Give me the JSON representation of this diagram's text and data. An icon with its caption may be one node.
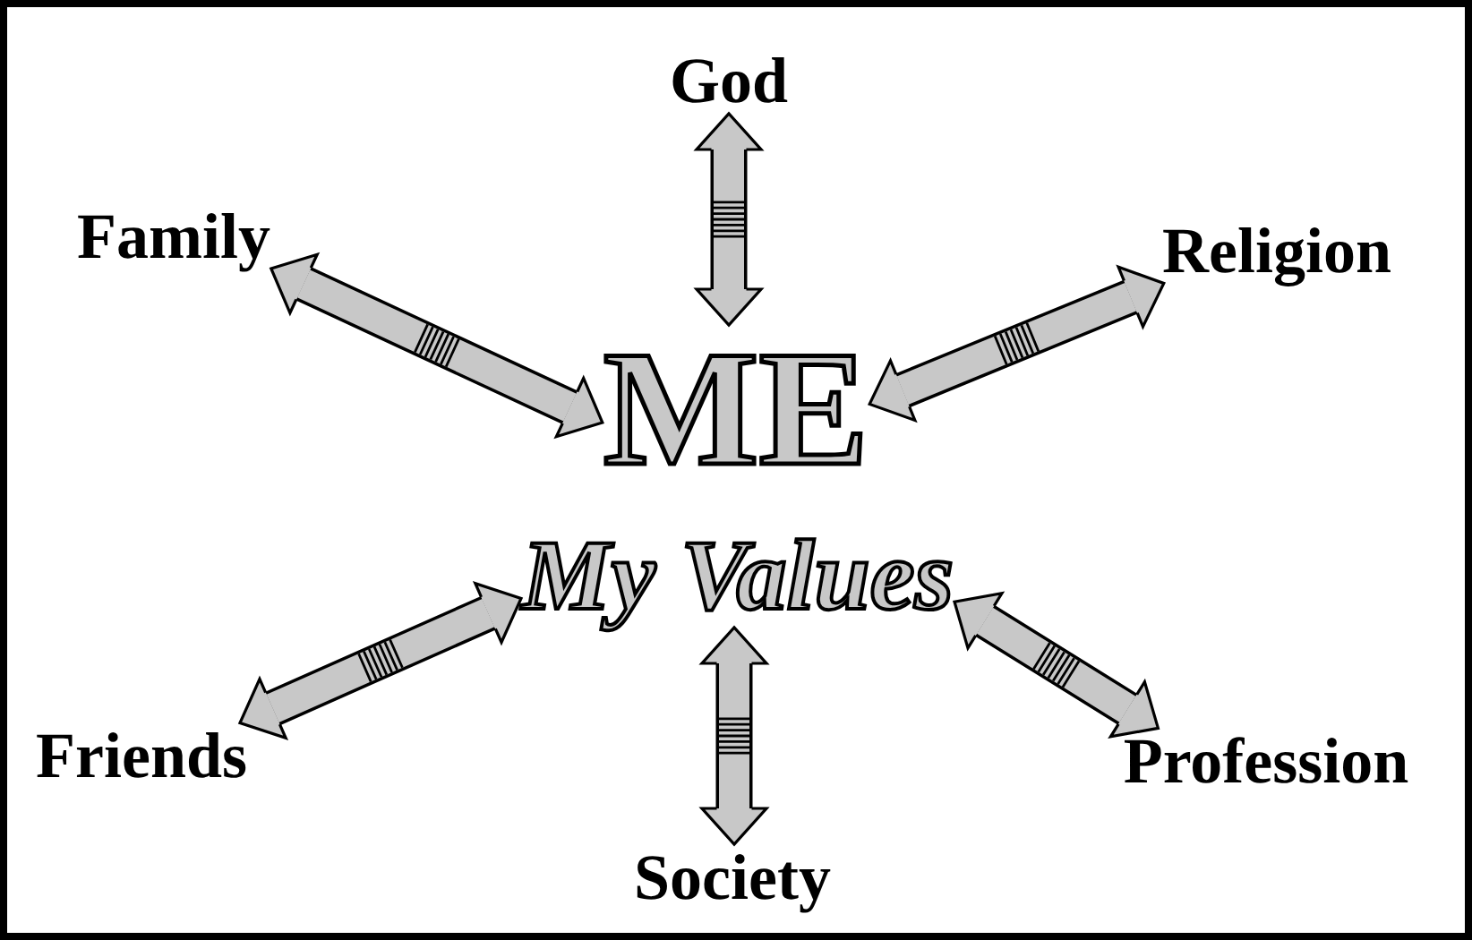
{
  "diagram": {
    "nodes": [
      {
        "text": [
          "God"
        ]
      },
      {
        "text": [
          "Family"
        ]
      },
      {
        "text": [
          "Religion"
        ]
      },
      {
        "text": [
          "ME"
        ]
      },
      {
        "text": [
          "My Values"
        ]
      },
      {
        "text": [
          "Friends"
        ]
      },
      {
        "text": [
          "Society"
        ]
      },
      {
        "text": [
          "Profession"
        ]
      }
    ],
    "edges": [
      {
        "from": 0,
        "to": 3,
        "arrow": "both"
      },
      {
        "from": 1,
        "to": 3,
        "arrow": "both"
      },
      {
        "from": 2,
        "to": 3,
        "arrow": "both"
      },
      {
        "from": 5,
        "to": 4,
        "arrow": "both"
      },
      {
        "from": 6,
        "to": 4,
        "arrow": "both"
      },
      {
        "from": 7,
        "to": 4,
        "arrow": "both"
      }
    ]
  }
}
